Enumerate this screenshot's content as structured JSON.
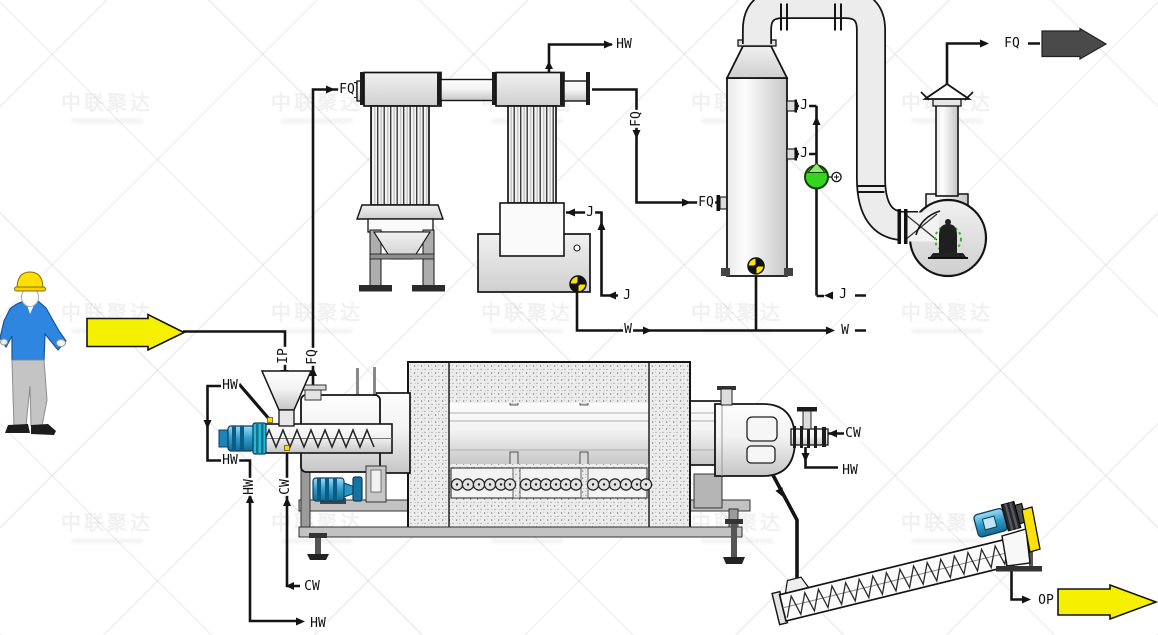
{
  "watermark": {
    "text": "中联聚达"
  },
  "streams": {
    "fq_collector_inlet": "FQ",
    "hw_top": "HW",
    "fq_downcomer": "FQ",
    "fq_scrubber_inlet": "FQ",
    "j_collector_base": "J",
    "j_collector_branch": "J",
    "w_drain_left": "W",
    "w_drain_right": "W",
    "j_spray_upper": "J",
    "j_spray_lower": "J",
    "j_pump_supply": "J",
    "fq_stack_outlet": "FQ",
    "cw_inlet_right": "CW",
    "hw_outlet_right": "HW",
    "hw_feed_upper": "HW",
    "hw_feed_lower": "HW",
    "hw_riser": "HW",
    "hw_bottom": "HW",
    "cw_riser": "CW",
    "cw_bottom": "CW",
    "ip_feed": "IP",
    "fq_dryer_outlet": "FQ",
    "op_product": "OP"
  }
}
